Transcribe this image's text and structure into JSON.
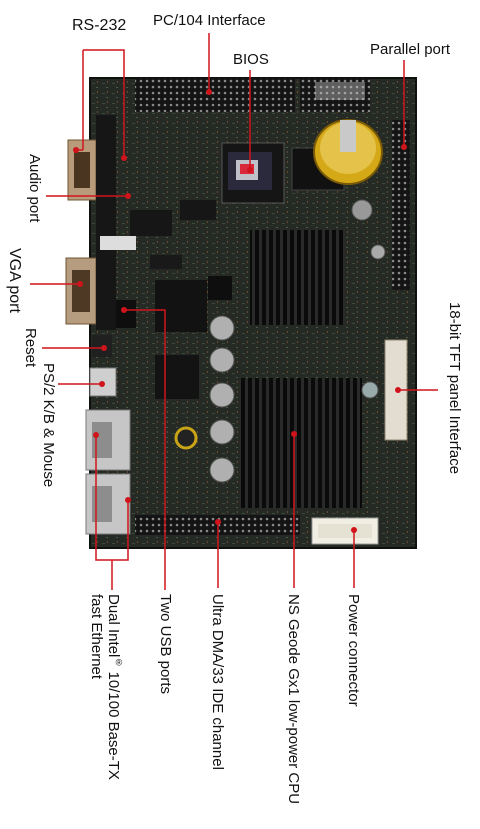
{
  "labels": {
    "rs232": "RS-232",
    "pc104": "PC/104 Interface",
    "bios": "BIOS",
    "parallel": "Parallel port",
    "audio": "Audio port",
    "vga": "VGA port",
    "reset": "Reset",
    "ps2": "PS/2 K/B & Mouse",
    "tft": "18-bit TFT panel Interface",
    "ethernet_line1": "Dual Intel",
    "ethernet_sup": "®",
    "ethernet_line1b": " 10/100 Base-TX",
    "ethernet_line2": "fast Ethernet",
    "usb": "Two USB ports",
    "ide": "Ultra DMA/33 IDE channel",
    "cpu": "NS Geode Gx1 low-power CPU",
    "power": "Power connector"
  },
  "colors": {
    "leader": "#d0141c",
    "board": "#1b1e1a",
    "heatsink": "#0c0c0c"
  }
}
